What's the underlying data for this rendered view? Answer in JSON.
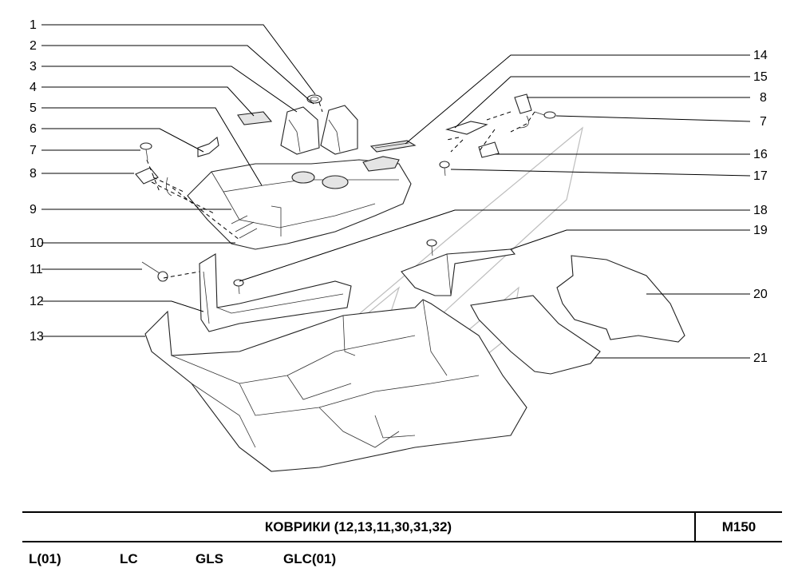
{
  "diagram": {
    "callouts_left": [
      "1",
      "2",
      "3",
      "4",
      "5",
      "6",
      "7",
      "8",
      "9",
      "10",
      "11",
      "12",
      "13"
    ],
    "callouts_right": [
      "14",
      "15",
      "8",
      "7",
      "16",
      "17",
      "18",
      "19",
      "20",
      "21"
    ]
  },
  "footer": {
    "title": "КОВРИКИ  (12,13,11,30,31,32)",
    "page_code": "M150",
    "variants": [
      "L(01)",
      "LC",
      "GLS",
      "GLC(01)"
    ]
  }
}
